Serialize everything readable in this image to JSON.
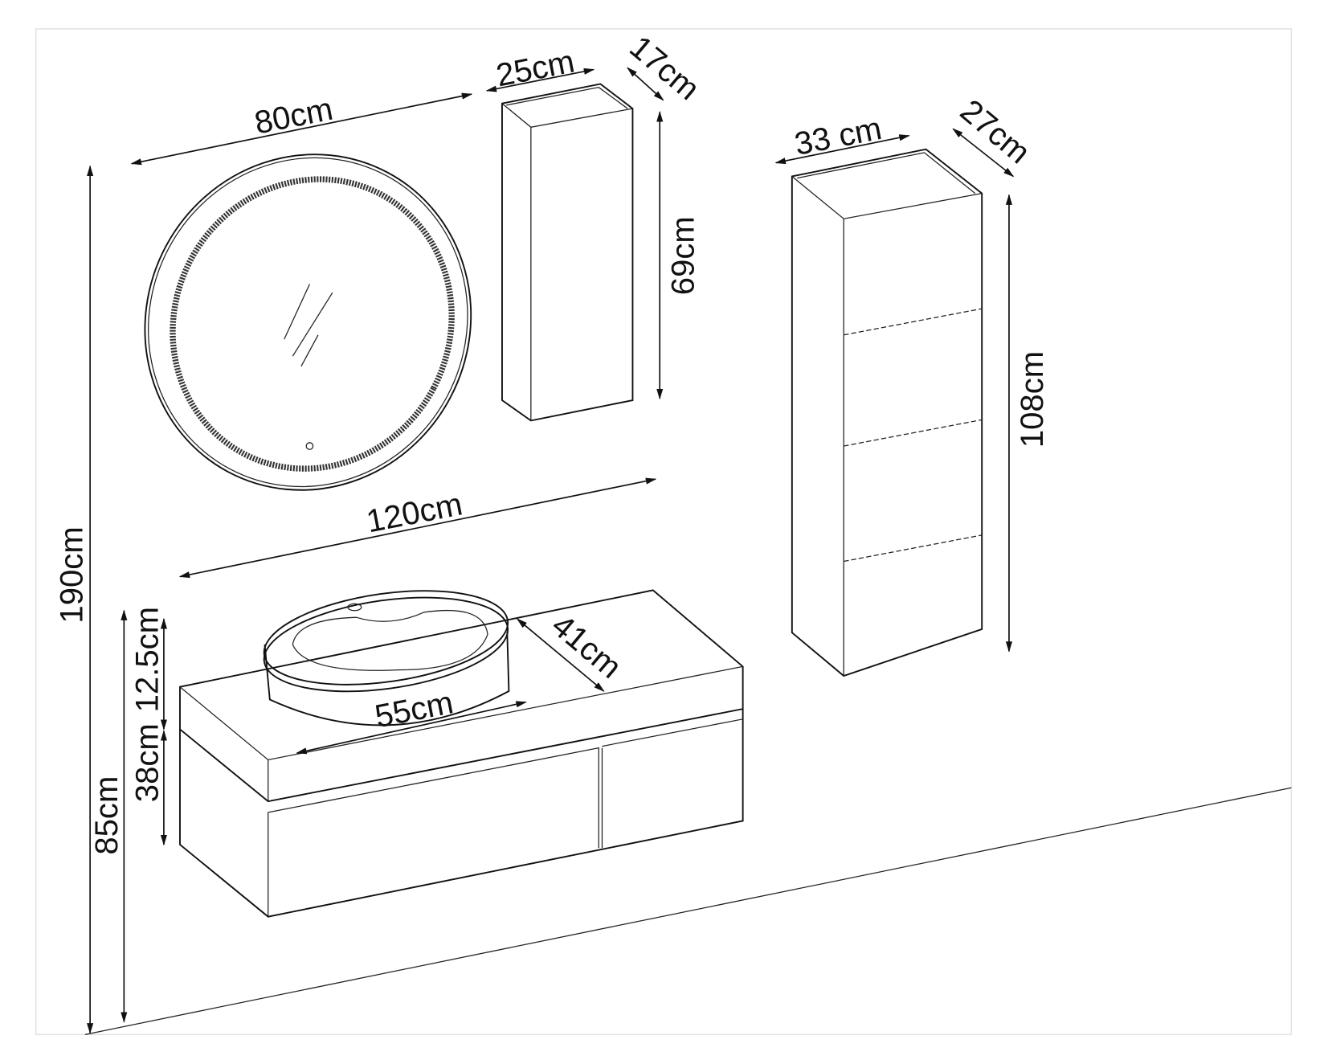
{
  "title": "Bathroom furniture set dimensions",
  "colors": {
    "line": "#222222",
    "frame": "#e3e3e8",
    "background": "#ffffff"
  },
  "dimensions": {
    "mirror_width": "80cm",
    "wall_cabinet_width": "25cm",
    "wall_cabinet_depth": "17cm",
    "wall_cabinet_height": "69cm",
    "tall_cabinet_width": "33 cm",
    "tall_cabinet_depth": "27cm",
    "tall_cabinet_height": "108cm",
    "vanity_width": "120cm",
    "vanity_depth": "41cm",
    "basin_width": "55cm",
    "total_height": "190cm",
    "vanity_mount_height": "85cm",
    "vanity_body_height": "38cm",
    "countertop_height": "12.5cm"
  }
}
